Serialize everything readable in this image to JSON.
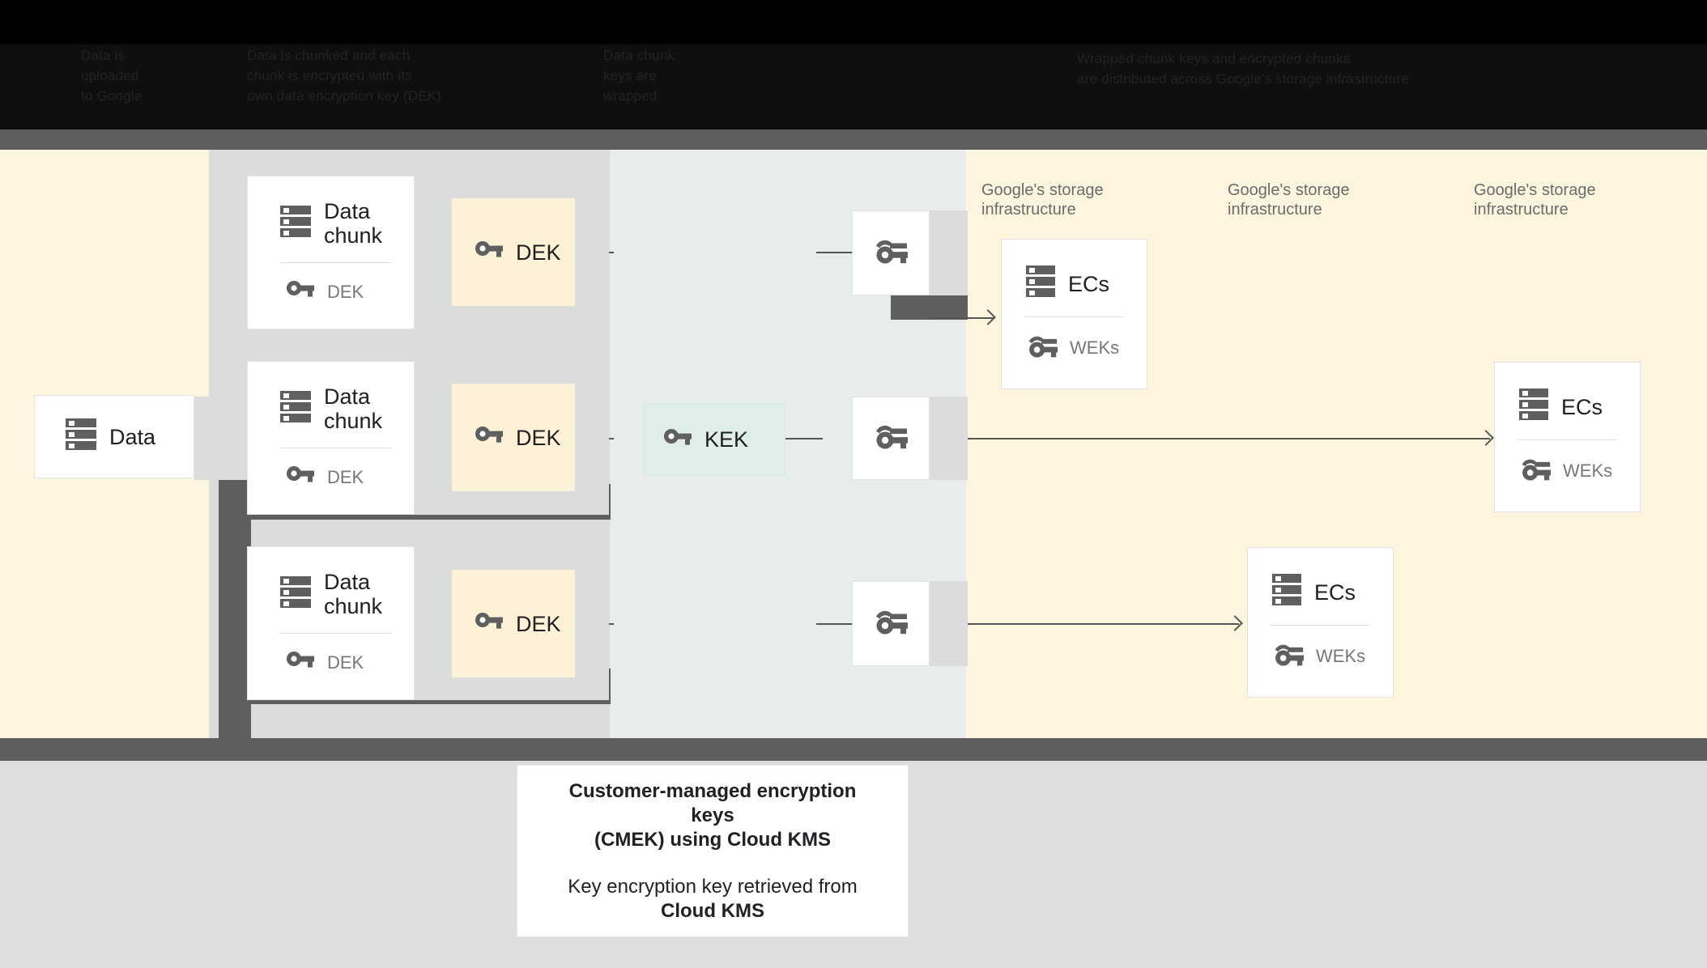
{
  "header": {
    "col1": "Data is\nuploaded\nto Google",
    "col2": "Data is chunked and each\nchunk is encrypted with its\nown data encryption key (DEK)",
    "col3": "Data chunk\nkeys are\nwrapped",
    "col4": "Wrapped chunk keys and encrypted chunks\nare distributed across Google's storage infrastructure"
  },
  "diagram": {
    "data_box": {
      "label": "Data",
      "icon": "database-icon"
    },
    "chunks": [
      {
        "title": "Data chunk",
        "key_label": "DEK",
        "icon": "database-icon",
        "key_icon": "key-icon"
      },
      {
        "title": "Data chunk",
        "key_label": "DEK",
        "icon": "database-icon",
        "key_icon": "key-icon"
      },
      {
        "title": "Data chunk",
        "key_label": "DEK",
        "icon": "database-icon",
        "key_icon": "key-icon"
      }
    ],
    "deks": [
      {
        "label": "DEK",
        "icon": "key-icon"
      },
      {
        "label": "DEK",
        "icon": "key-icon"
      },
      {
        "label": "DEK",
        "icon": "key-icon"
      }
    ],
    "kek": {
      "label": "KEK",
      "icon": "key-icon"
    },
    "wrapped_keys": [
      {
        "icon": "double-key-icon"
      },
      {
        "icon": "double-key-icon"
      },
      {
        "icon": "double-key-icon"
      }
    ],
    "zone_captions": [
      "Google's storage infrastructure",
      "Google's storage infrastructure",
      "Google's storage infrastructure"
    ],
    "ec_boxes": [
      {
        "title": "ECs",
        "key_label": "WEKs",
        "icon": "database-icon",
        "key_icon": "double-key-icon"
      },
      {
        "title": "ECs",
        "key_label": "WEKs",
        "icon": "database-icon",
        "key_icon": "double-key-icon"
      },
      {
        "title": "ECs",
        "key_label": "WEKs",
        "icon": "database-icon",
        "key_icon": "double-key-icon"
      }
    ]
  },
  "caption": {
    "line1": "Customer-managed encryption keys",
    "line2": "(CMEK) using Cloud KMS",
    "line3": "Key encryption key retrieved from",
    "line4": "Cloud KMS"
  },
  "colors": {
    "cream": "#fdf5dd",
    "gray_zone": "#dcdcdc",
    "kek_zone": "#e8ecec",
    "bar_dark": "#5f5f5f",
    "card_cream": "#fdf2d8",
    "card_mint": "#dfeee6",
    "icon_gray": "#5f5f5f",
    "text_dark": "#1f1f1f",
    "text_muted": "#777777"
  }
}
